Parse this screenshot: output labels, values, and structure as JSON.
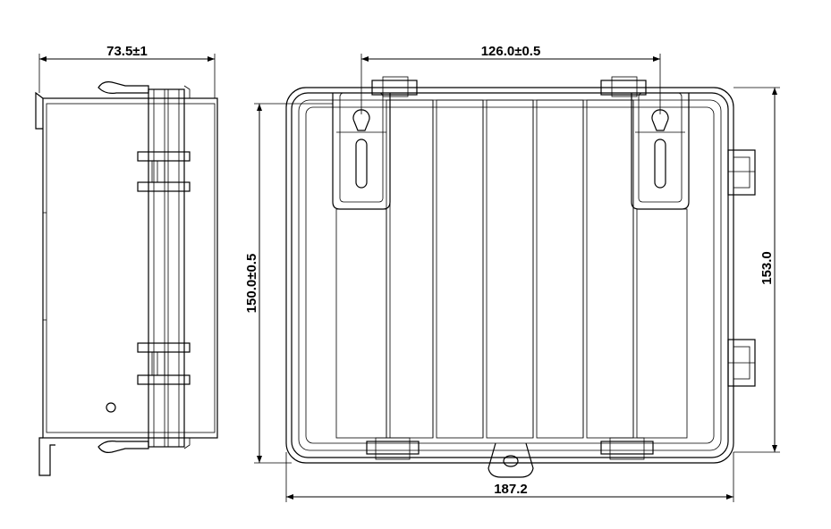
{
  "dimensions": {
    "side_depth": "73.5±1",
    "slot_spacing": "126.0±0.5",
    "front_height": "150.0±0.5",
    "overall_height": "153.0",
    "overall_width": "187.2"
  }
}
